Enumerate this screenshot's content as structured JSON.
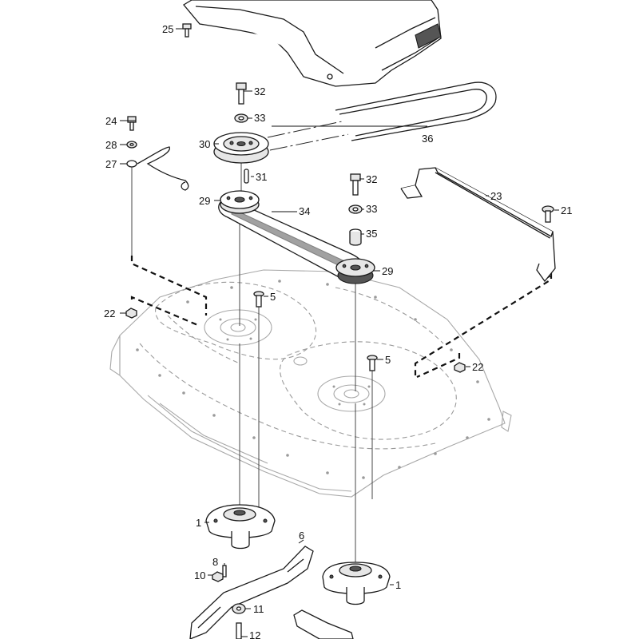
{
  "callouts": {
    "c1a": "1",
    "c1b": "1",
    "c5a": "5",
    "c5b": "5",
    "c6": "6",
    "c8": "8",
    "c10": "10",
    "c11": "11",
    "c12": "12",
    "c21": "21",
    "c22a": "22",
    "c22b": "22",
    "c23": "23",
    "c24": "24",
    "c25": "25",
    "c27": "27",
    "c28": "28",
    "c29a": "29",
    "c29b": "29",
    "c30": "30",
    "c31": "31",
    "c32a": "32",
    "c32b": "32",
    "c33a": "33",
    "c33b": "33",
    "c34": "34",
    "c35": "35",
    "c36": "36"
  }
}
